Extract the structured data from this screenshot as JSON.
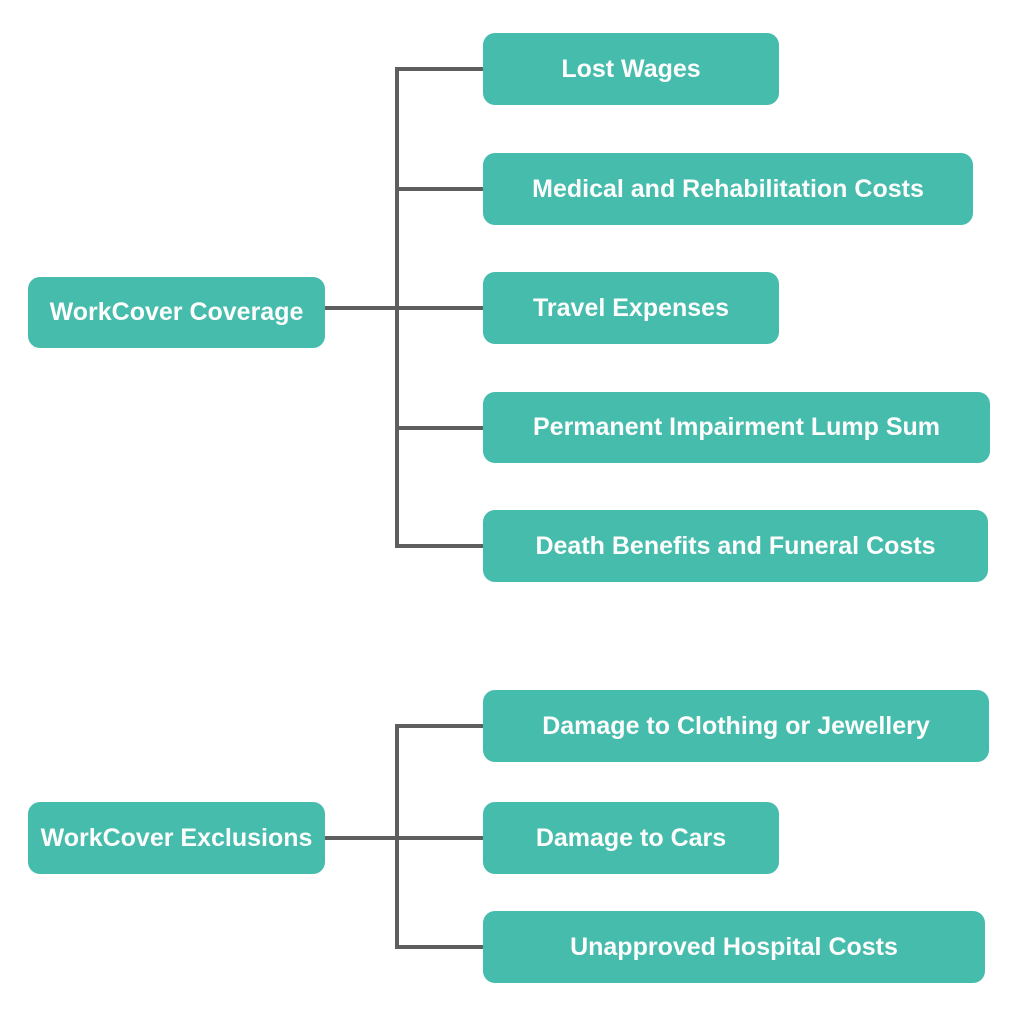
{
  "colors": {
    "node_bg": "#46BCAC",
    "node_text": "#FDFDFD",
    "connector": "#5E5E5E",
    "background": "#FFFFFF"
  },
  "trees": [
    {
      "root": {
        "label": "WorkCover Coverage"
      },
      "children": [
        {
          "label": "Lost Wages"
        },
        {
          "label": "Medical and Rehabilitation Costs"
        },
        {
          "label": "Travel Expenses"
        },
        {
          "label": "Permanent Impairment Lump Sum"
        },
        {
          "label": "Death Benefits and Funeral Costs"
        }
      ]
    },
    {
      "root": {
        "label": "WorkCover Exclusions"
      },
      "children": [
        {
          "label": "Damage to Clothing or Jewellery"
        },
        {
          "label": "Damage to Cars"
        },
        {
          "label": "Unapproved Hospital Costs"
        }
      ]
    }
  ]
}
